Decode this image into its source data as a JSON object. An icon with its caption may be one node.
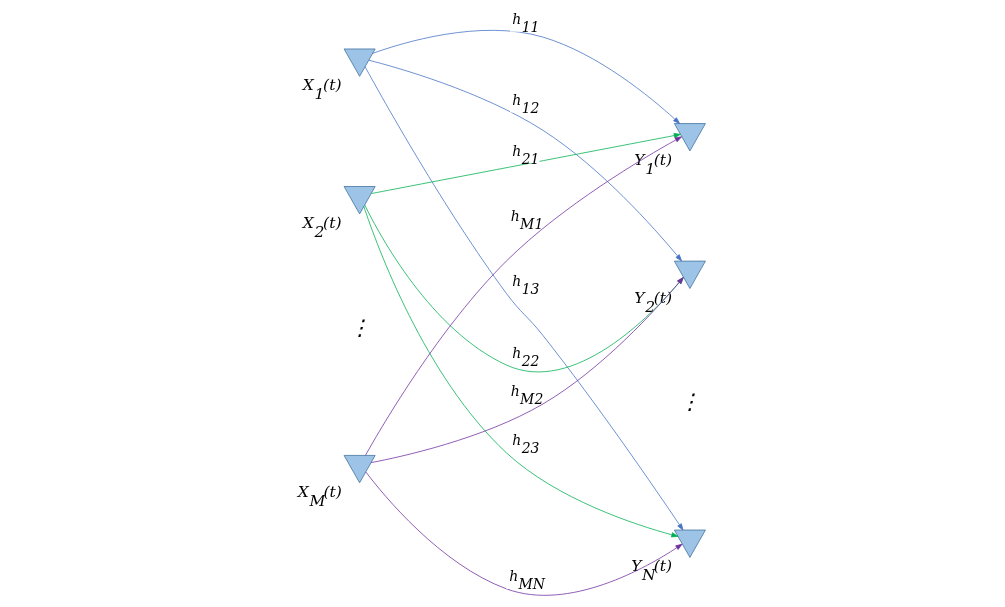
{
  "diagram": {
    "nodes": [
      {
        "text": [],
        "shape": "antenna",
        "beside": [
          "X$_{1}$(t)"
        ]
      },
      {
        "text": [],
        "shape": "antenna",
        "beside": [
          "Y$_{1}$(t)"
        ]
      },
      {
        "text": [],
        "shape": "antenna",
        "beside": [
          "X$_{2}$(t)"
        ]
      },
      {
        "text": [],
        "shape": "antenna",
        "beside": [
          "Y$_{2}$(t)"
        ]
      },
      {
        "text": [],
        "shape": "antenna",
        "beside": [
          "X$_{M}$(t)"
        ]
      },
      {
        "text": [],
        "shape": "antenna",
        "beside": [
          "Y$_{N}$(t)"
        ]
      }
    ],
    "edges": [
      {
        "from": 0,
        "to": 1,
        "arrow": "to",
        "label": "h$_{11}$",
        "color": "#4472c4"
      },
      {
        "from": 0,
        "to": 3,
        "arrow": "to",
        "label": "h$_{12}$",
        "color": "#4472c4"
      },
      {
        "from": 0,
        "to": 5,
        "arrow": "to",
        "label": "h$_{13}$",
        "color": "#4472c4"
      },
      {
        "from": 2,
        "to": 1,
        "arrow": "to",
        "label": "h$_{21}$",
        "color": "#00b050"
      },
      {
        "from": 2,
        "to": 3,
        "arrow": "to",
        "label": "h$_{22}$",
        "color": "#00b050"
      },
      {
        "from": 2,
        "to": 5,
        "arrow": "to",
        "label": "h$_{23}$",
        "color": "#00b050"
      },
      {
        "from": 4,
        "to": 1,
        "arrow": "to",
        "label": "h$_{M1}$",
        "color": "#7030a0"
      },
      {
        "from": 4,
        "to": 3,
        "arrow": "to",
        "label": "h$_{M2}$",
        "color": "#7030a0"
      },
      {
        "from": 4,
        "to": 5,
        "arrow": "to",
        "label": "h$_{MN}$",
        "color": "#7030a0"
      }
    ],
    "labels": [
      "⋮",
      "⋮"
    ]
  }
}
